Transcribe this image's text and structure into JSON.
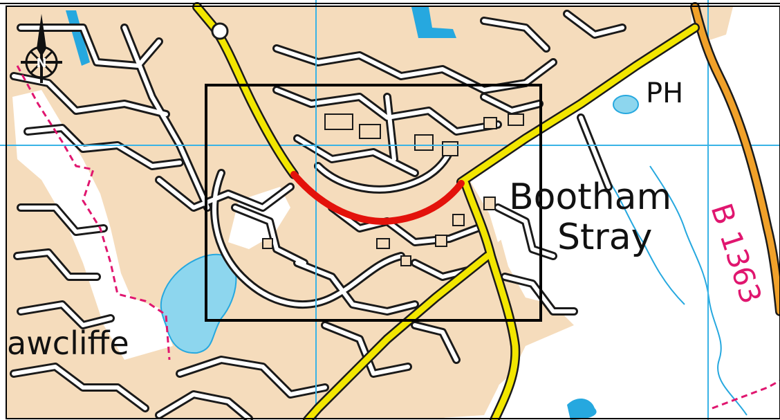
{
  "map": {
    "labels": {
      "area_main_line1": "Bootham",
      "area_main_line2": "Stray",
      "area_west": "awcliffe",
      "pub": "PH",
      "road_number": "B 1363"
    },
    "north_arrow": {
      "icon": "north-arrow-icon",
      "letter": "N"
    },
    "highlight_color": "#e3120b",
    "colors": {
      "built_up": "#f5dcbc",
      "road_minor_casing": "#1a1a1a",
      "road_minor_fill": "#ffffff",
      "road_secondary": "#f2e600",
      "road_b": "#f0a12a",
      "water": "#8dd6ee",
      "water_outline": "#26a8df",
      "grid_line": "#39b3e6",
      "path": "#e0166f",
      "frame": "#000000"
    }
  }
}
